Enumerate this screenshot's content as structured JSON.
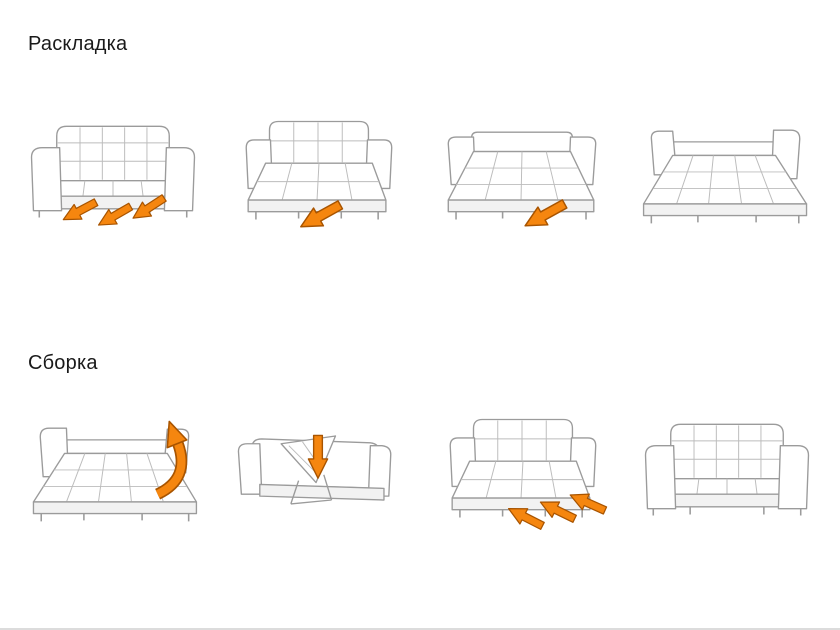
{
  "page": {
    "background_color": "#ffffff",
    "bottom_edge_color": "#dcdcdc"
  },
  "colors": {
    "arrow": "#f5860f",
    "arrow_outline": "#a85400",
    "line_art": "#9b9b9b",
    "line_art_light": "#bcbcbc",
    "text": "#1a1a1a"
  },
  "sections": [
    {
      "id": "unfold",
      "title": "Раскладка",
      "steps": [
        {
          "id": "unfold-step-1",
          "illustration": "closed-sofa",
          "arrows": {
            "icon": "pull-out-arrow",
            "count": 3,
            "direction": "down-left"
          }
        },
        {
          "id": "unfold-step-2",
          "illustration": "seat-pulled-forward",
          "arrows": {
            "icon": "pull-out-arrow",
            "count": 1,
            "direction": "down-left"
          }
        },
        {
          "id": "unfold-step-3",
          "illustration": "backrest-folded-flat",
          "arrows": {
            "icon": "pull-out-arrow",
            "count": 1,
            "direction": "down-left"
          }
        },
        {
          "id": "unfold-step-4",
          "illustration": "fully-unfolded-bed",
          "arrows": {
            "count": 0
          }
        }
      ]
    },
    {
      "id": "fold",
      "title": "Сборка",
      "steps": [
        {
          "id": "fold-step-1",
          "illustration": "bed-lift-backrest",
          "arrows": {
            "icon": "lift-up-curved-arrow",
            "count": 1,
            "direction": "up"
          }
        },
        {
          "id": "fold-step-2",
          "illustration": "fold-mechanism-press",
          "arrows": {
            "icon": "press-down-arrow",
            "count": 1,
            "direction": "down"
          }
        },
        {
          "id": "fold-step-3",
          "illustration": "push-seat-back-in",
          "arrows": {
            "icon": "push-in-arrow",
            "count": 3,
            "direction": "up-left"
          }
        },
        {
          "id": "fold-step-4",
          "illustration": "closed-sofa",
          "arrows": {
            "count": 0
          }
        }
      ]
    }
  ]
}
